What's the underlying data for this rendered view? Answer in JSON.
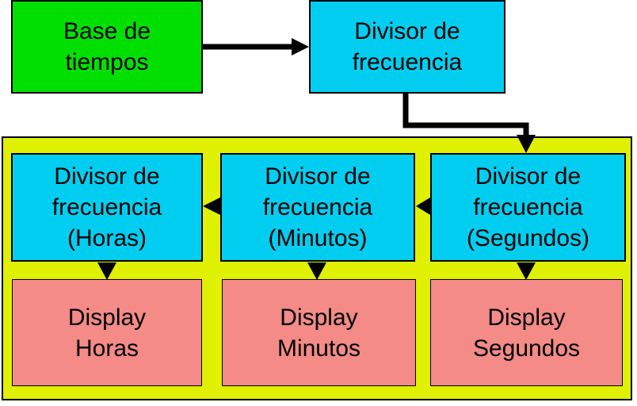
{
  "colors": {
    "bg": "#ffffff",
    "ink": "#000000",
    "green": "#00df00",
    "cyan": "#00cdf0",
    "yellow": "#dff000",
    "pink": "#f48b86"
  },
  "nodes": {
    "base": {
      "label": "Base de\ntiempos"
    },
    "divisor_principal": {
      "label": "Divisor de\nfrecuencia"
    },
    "divisor_horas": {
      "label": "Divisor de\nfrecuencia\n(Horas)"
    },
    "divisor_minutos": {
      "label": "Divisor de\nfrecuencia\n(Minutos)"
    },
    "divisor_segundos": {
      "label": "Divisor de\nfrecuencia\n(Segundos)"
    },
    "display_horas": {
      "label": "Display\nHoras"
    },
    "display_minutos": {
      "label": "Display\nMinutos"
    },
    "display_segundos": {
      "label": "Display\nSegundos"
    }
  },
  "arrows": [
    {
      "name": "base-to-divisor"
    },
    {
      "name": "divisor-to-segundos"
    },
    {
      "name": "segundos-to-minutos"
    },
    {
      "name": "minutos-to-horas"
    },
    {
      "name": "horas-to-display"
    },
    {
      "name": "minutos-to-display"
    },
    {
      "name": "segundos-to-display"
    }
  ]
}
